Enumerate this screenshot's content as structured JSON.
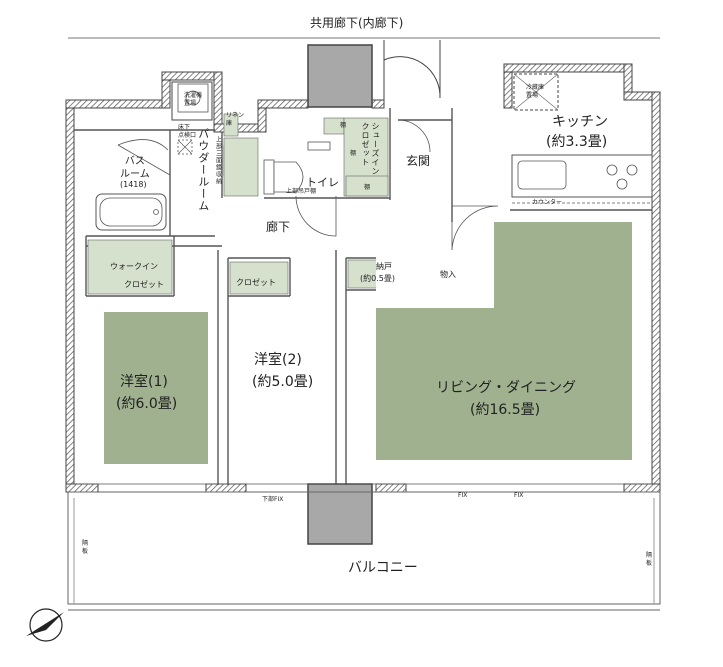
{
  "corridor": "共用廊下(内廊下)",
  "rooms": {
    "living": {
      "name": "リビング・ダイニング",
      "size": "(約16.5畳)"
    },
    "western1": {
      "name": "洋室(1)",
      "size": "(約6.0畳)"
    },
    "western2": {
      "name": "洋室(2)",
      "size": "(約5.0畳)"
    },
    "kitchen": {
      "name": "キッチン",
      "size": "(約3.3畳)"
    },
    "bath": {
      "name": "バス\nルーム",
      "size": "(1418)"
    },
    "powder": "パウダールーム",
    "toilet": "トイレ",
    "entrance": "玄関",
    "hallway": "廊下",
    "balcony": "バルコニー"
  },
  "storage": {
    "walkin": "ウォークイン",
    "walkin_closet": "クロゼット",
    "closet": "クロゼット",
    "nando": "納戸",
    "nando_size": "(約0.5畳)",
    "monoire": "物入",
    "shoes_closet": "シューズイン\nクロゼット",
    "tana1": "棚",
    "tana2": "棚",
    "tana3": "棚",
    "linen": "リネン\n庫",
    "laundry": "洗濯機\n置場",
    "fridge": "冷蔵庫\n置場",
    "counter": "カウンター",
    "toilet_cabinet": "上部吊戸棚",
    "powder_cabinet": "上部三面鏡収納",
    "drain": "床下\n点検口"
  },
  "notes": {
    "fix_lower": "下部FIX",
    "fix1": "FIX",
    "fix2": "FIX",
    "partition_left": "隔\n板",
    "partition_right": "隔\n板"
  },
  "colors": {
    "room_fill": "#9fb18f",
    "storage_fill": "#d6e1cd",
    "wall": "#4a4a4a",
    "shaft": "#a8a8a8"
  }
}
